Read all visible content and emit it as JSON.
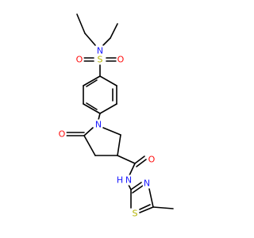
{
  "molecule": {
    "colors": {
      "carbon_bond": "#000000",
      "N": "#1a1aff",
      "O": "#ff0d0d",
      "S": "#b3b300"
    },
    "atoms": {
      "n_sulfonamide": {
        "symbol": "N",
        "element": "N"
      },
      "s_sulfonyl": {
        "symbol": "S",
        "element": "S"
      },
      "o_sulfonyl_left": {
        "symbol": "O",
        "element": "O"
      },
      "o_sulfonyl_right": {
        "symbol": "O",
        "element": "O"
      },
      "n_pyrrolidinone": {
        "symbol": "N",
        "element": "N"
      },
      "o_lactam": {
        "symbol": "O",
        "element": "O"
      },
      "o_amide": {
        "symbol": "O",
        "element": "O"
      },
      "n_amide": {
        "symbol": "N",
        "element": "N"
      },
      "h_amide": {
        "symbol": "H",
        "element": "N"
      },
      "n_thiazole": {
        "symbol": "N",
        "element": "N"
      },
      "s_thiazole": {
        "symbol": "S",
        "element": "S"
      }
    }
  }
}
